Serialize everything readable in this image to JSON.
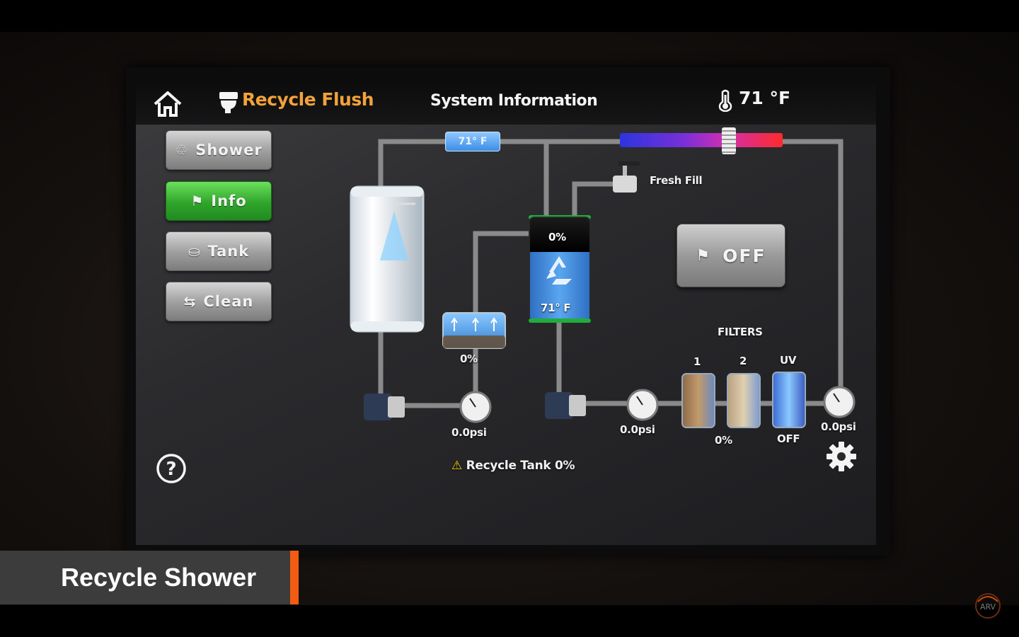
{
  "header": {
    "mode_title": "Recycle Flush",
    "page_title": "System Information",
    "ambient_temp": "71 °F"
  },
  "sidebar": {
    "items": [
      {
        "label": "Shower",
        "icon": "shower-recycle-icon",
        "active": false
      },
      {
        "label": "Info",
        "icon": "flag-icon",
        "active": true
      },
      {
        "label": "Tank",
        "icon": "tank-icon",
        "active": false
      },
      {
        "label": "Clean",
        "icon": "clean-cycle-icon",
        "active": false
      }
    ]
  },
  "diagram": {
    "pipe_temp": "71° F",
    "fresh_fill_label": "Fresh Fill",
    "tank": {
      "level": "0%",
      "temp": "71° F"
    },
    "prefilter_level": "0%",
    "pump1_pressure": "0.0psi",
    "pump2_pressure": "0.0psi",
    "outlet_pressure": "0.0psi",
    "power_button": "OFF",
    "filters": {
      "title": "FILTERS",
      "labels": [
        "1",
        "2",
        "UV"
      ],
      "filter_level": "0%",
      "uv_status": "OFF"
    },
    "warning": "Recycle Tank 0%"
  },
  "overlay": {
    "caption": "Recycle Shower",
    "accent_color": "#f25b12"
  },
  "watermark": {
    "text": "ARV"
  }
}
